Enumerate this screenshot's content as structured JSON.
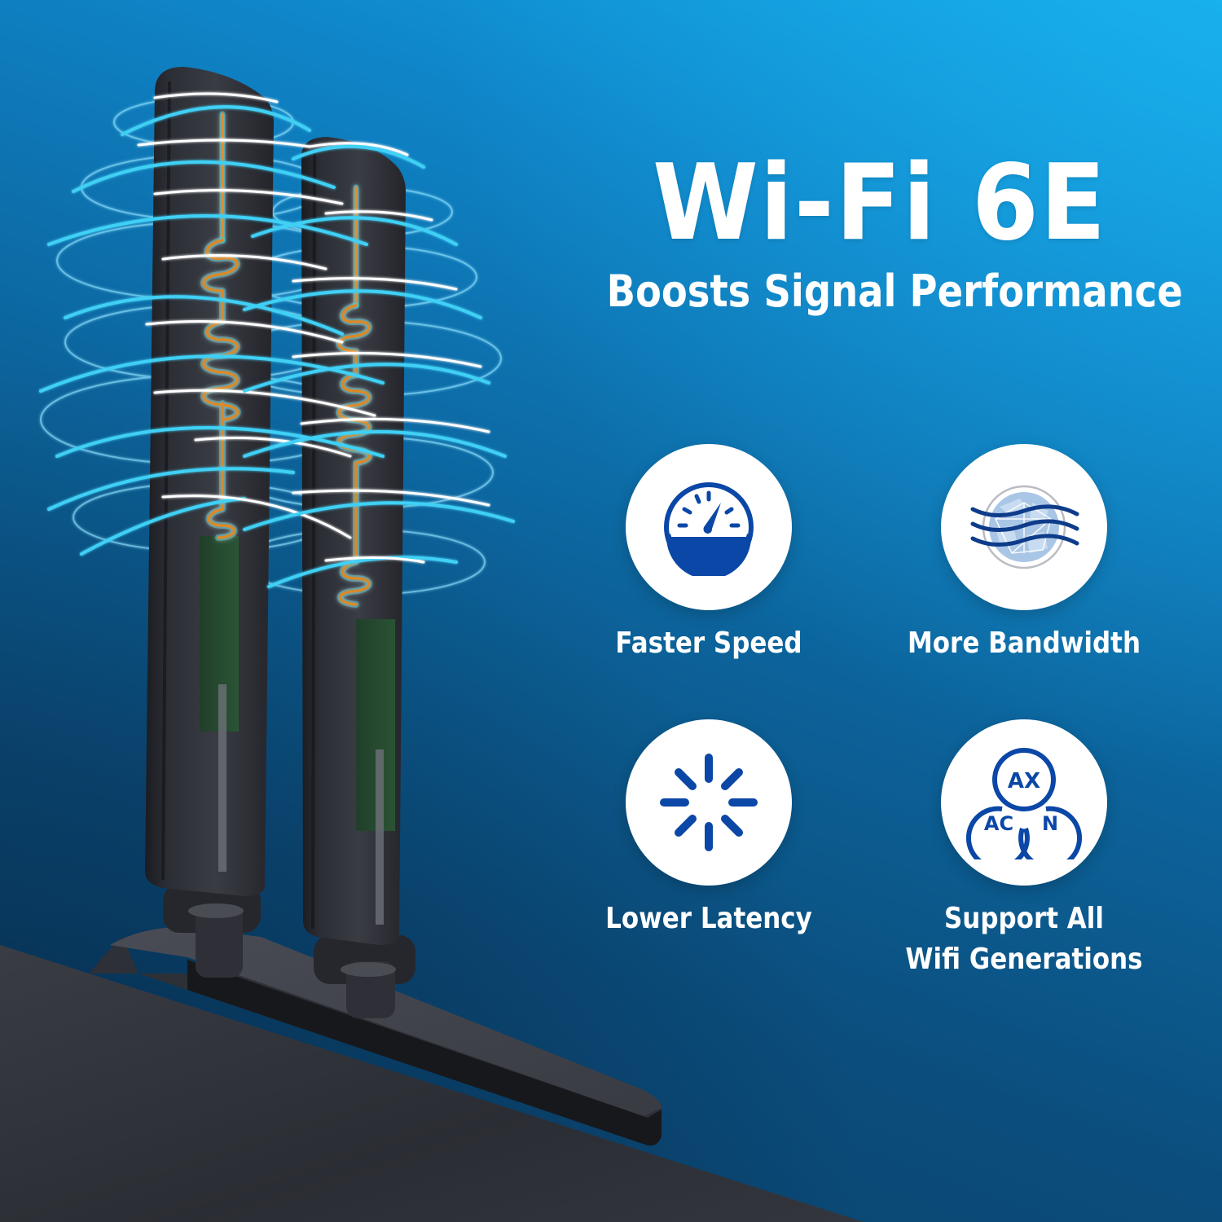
{
  "headline": {
    "title": "Wi-Fi 6E",
    "subtitle": "Boosts Signal Performance"
  },
  "features": [
    {
      "label": "Faster Speed",
      "icon": "speedometer-icon"
    },
    {
      "label": "More Bandwidth",
      "icon": "globe-waves-icon"
    },
    {
      "label": "Lower Latency",
      "icon": "loading-spinner-icon"
    },
    {
      "label_line1": "Support All",
      "label_line2": "Wifi Generations",
      "icon": "wifi-standards-icon",
      "badges": [
        "AX",
        "AC",
        "N"
      ]
    }
  ],
  "product": {
    "name": "dual-antenna-base",
    "antenna_count": 2
  },
  "colors": {
    "background_top_right": "#12aaea",
    "background_bottom_left": "#0a3f68",
    "icon_blue": "#0b47a6",
    "antenna_body": "#2a2c33",
    "coil_orange": "#d98a2b",
    "coil_glow": "#36d3e6",
    "wave_cyan": "#3fd0f5",
    "pcb_green": "#1f4a2a",
    "text_white": "#ffffff"
  }
}
